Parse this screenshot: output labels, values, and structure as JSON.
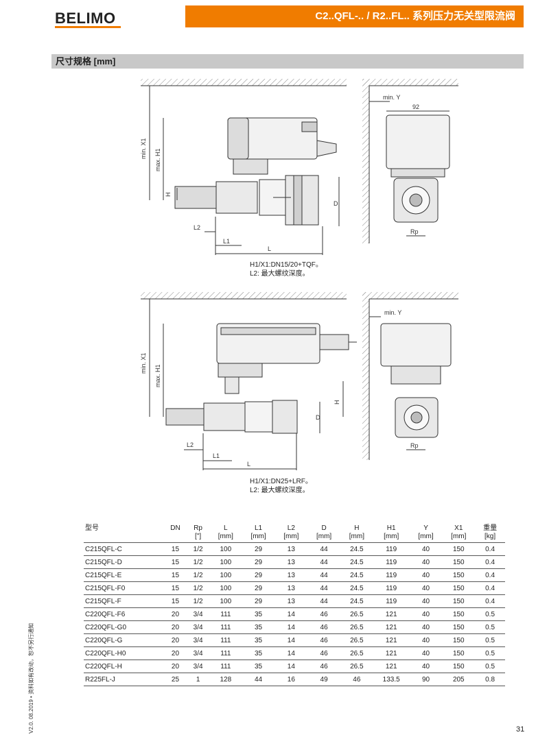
{
  "header": {
    "logo": "BELIMO",
    "title": "C2..QFL-.. / R2..FL.. 系列压力无关型限流阀"
  },
  "section": {
    "title": "尺寸规格 [mm]"
  },
  "drawing1": {
    "labels": {
      "minX1": "min. X1",
      "maxH1": "max. H1",
      "H": "H",
      "D": "D",
      "L2": "L2",
      "L1": "L1",
      "L": "L",
      "minY": "min. Y",
      "w92": "92",
      "Rp": "Rp"
    },
    "note_line1": "H1/X1:DN15/20+TQF。",
    "note_line2": "L2: 最大螺纹深度。"
  },
  "drawing2": {
    "labels": {
      "minX1": "min. X1",
      "maxH1": "max. H1",
      "H": "H",
      "D": "D",
      "L2": "L2",
      "L1": "L1",
      "L": "L",
      "minY": "min. Y",
      "Rp": "Rp"
    },
    "note_line1": "H1/X1:DN25+LRF。",
    "note_line2": "L2: 最大螺纹深度。"
  },
  "table": {
    "headers": [
      [
        "型号",
        ""
      ],
      [
        "DN",
        ""
      ],
      [
        "Rp",
        "[\"]"
      ],
      [
        "L",
        "[mm]"
      ],
      [
        "L1",
        "[mm]"
      ],
      [
        "L2",
        "[mm]"
      ],
      [
        "D",
        "[mm]"
      ],
      [
        "H",
        "[mm]"
      ],
      [
        "H1",
        "[mm]"
      ],
      [
        "Y",
        "[mm]"
      ],
      [
        "X1",
        "[mm]"
      ],
      [
        "重量",
        "[kg]"
      ]
    ],
    "rows": [
      [
        "C215QFL-C",
        "15",
        "1/2",
        "100",
        "29",
        "13",
        "44",
        "24.5",
        "119",
        "40",
        "150",
        "0.4"
      ],
      [
        "C215QFL-D",
        "15",
        "1/2",
        "100",
        "29",
        "13",
        "44",
        "24.5",
        "119",
        "40",
        "150",
        "0.4"
      ],
      [
        "C215QFL-E",
        "15",
        "1/2",
        "100",
        "29",
        "13",
        "44",
        "24.5",
        "119",
        "40",
        "150",
        "0.4"
      ],
      [
        "C215QFL-F0",
        "15",
        "1/2",
        "100",
        "29",
        "13",
        "44",
        "24.5",
        "119",
        "40",
        "150",
        "0.4"
      ],
      [
        "C215QFL-F",
        "15",
        "1/2",
        "100",
        "29",
        "13",
        "44",
        "24.5",
        "119",
        "40",
        "150",
        "0.4"
      ],
      [
        "C220QFL-F6",
        "20",
        "3/4",
        "111",
        "35",
        "14",
        "46",
        "26.5",
        "121",
        "40",
        "150",
        "0.5"
      ],
      [
        "C220QFL-G0",
        "20",
        "3/4",
        "111",
        "35",
        "14",
        "46",
        "26.5",
        "121",
        "40",
        "150",
        "0.5"
      ],
      [
        "C220QFL-G",
        "20",
        "3/4",
        "111",
        "35",
        "14",
        "46",
        "26.5",
        "121",
        "40",
        "150",
        "0.5"
      ],
      [
        "C220QFL-H0",
        "20",
        "3/4",
        "111",
        "35",
        "14",
        "46",
        "26.5",
        "121",
        "40",
        "150",
        "0.5"
      ],
      [
        "C220QFL-H",
        "20",
        "3/4",
        "111",
        "35",
        "14",
        "46",
        "26.5",
        "121",
        "40",
        "150",
        "0.5"
      ],
      [
        "R225FL-J",
        "25",
        "1",
        "128",
        "44",
        "16",
        "49",
        "46",
        "133.5",
        "90",
        "205",
        "0.8"
      ]
    ]
  },
  "footer": {
    "side_note": "V2.0. 08.2019 • 资料如有改动，恕不另行通知",
    "page_number": "31"
  }
}
